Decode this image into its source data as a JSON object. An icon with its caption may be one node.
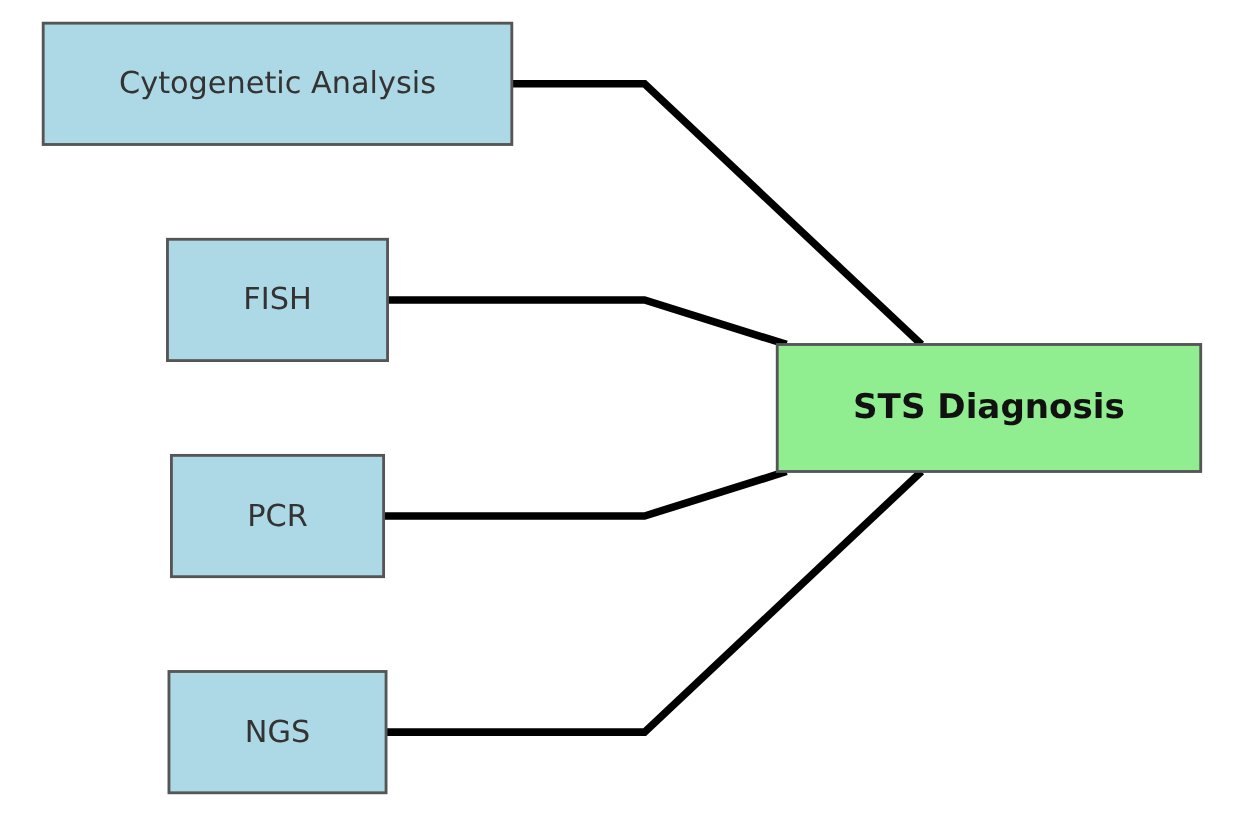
{
  "diagram": {
    "nodes": [
      {
        "text": [
          "Cytogenetic Analysis"
        ]
      },
      {
        "text": [
          "FISH"
        ]
      },
      {
        "text": [
          "PCR"
        ]
      },
      {
        "text": [
          "NGS"
        ]
      },
      {
        "text": [
          "STS Diagnosis"
        ]
      }
    ],
    "edges": [
      {
        "from": 0,
        "to": 4,
        "arrow": "none"
      },
      {
        "from": 1,
        "to": 4,
        "arrow": "none"
      },
      {
        "from": 2,
        "to": 4,
        "arrow": "none"
      },
      {
        "from": 3,
        "to": 4,
        "arrow": "none"
      }
    ]
  }
}
